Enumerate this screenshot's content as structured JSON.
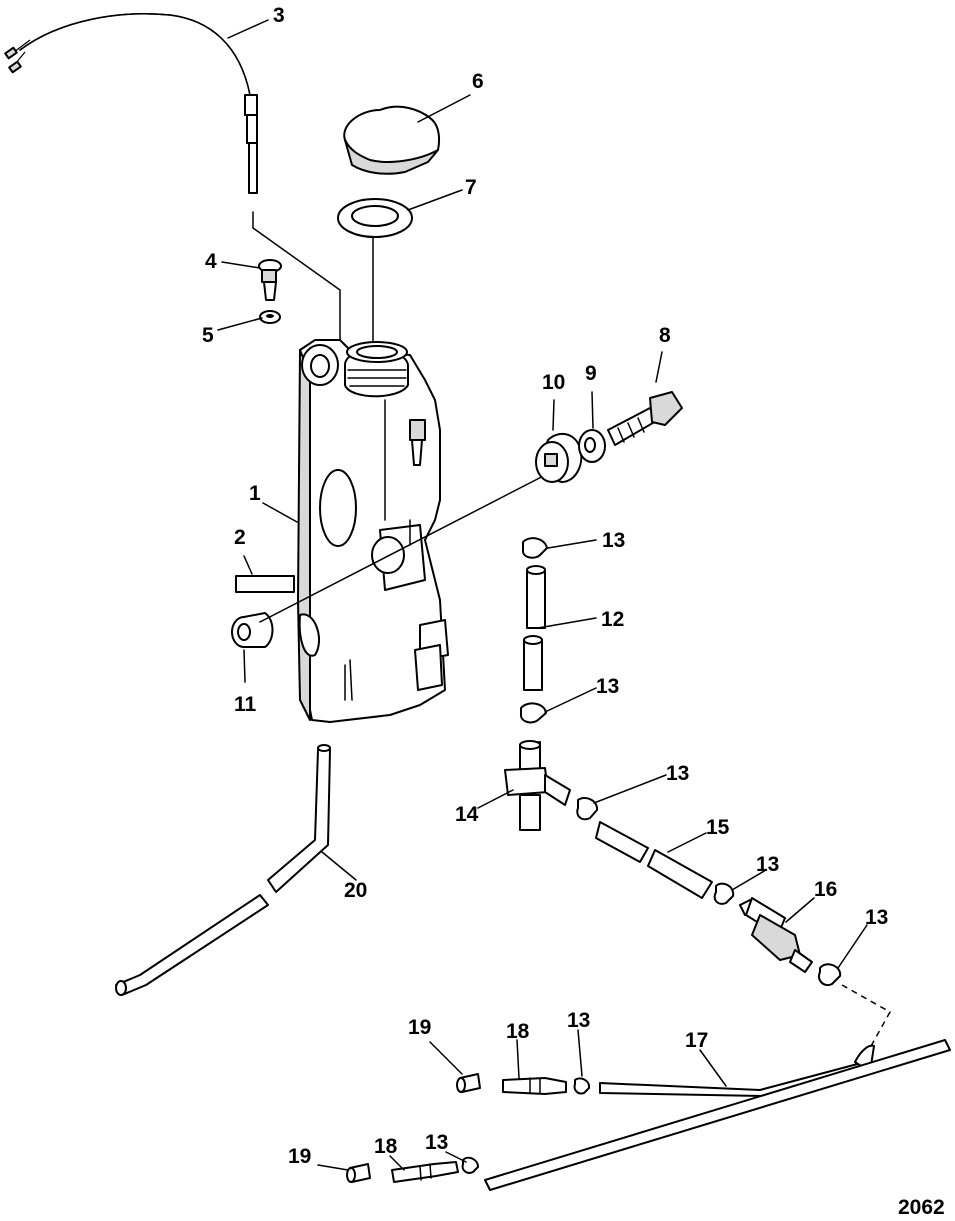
{
  "callouts": {
    "c1": "1",
    "c2": "2",
    "c3": "3",
    "c4": "4",
    "c5": "5",
    "c6": "6",
    "c7": "7",
    "c8": "8",
    "c9": "9",
    "c10": "10",
    "c11": "11",
    "c12": "12",
    "c13a": "13",
    "c13b": "13",
    "c13c": "13",
    "c13d": "13",
    "c13e": "13",
    "c13f": "13",
    "c13g": "13",
    "c14": "14",
    "c15": "15",
    "c16": "16",
    "c17": "17",
    "c18a": "18",
    "c18b": "18",
    "c19a": "19",
    "c19b": "19",
    "c20": "20"
  },
  "figure_number": "2062"
}
